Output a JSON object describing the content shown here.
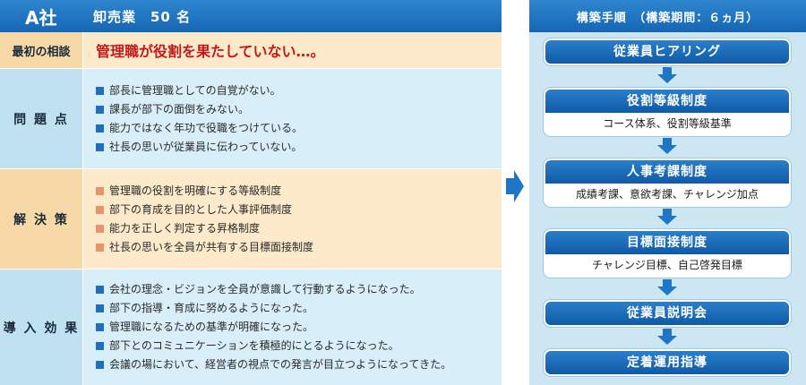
{
  "left": {
    "company": "A社",
    "company_info": "卸売業　50 名",
    "consult": {
      "label": "最初の相談",
      "text": "管理職が役割を果たしていない…。"
    },
    "problem": {
      "label": "問 題 点",
      "items": [
        "部長に管理職としての自覚がない。",
        "課長が部下の面倒をみない。",
        "能力ではなく年功で役職をつけている。",
        "社長の思いが従業員に伝わっていない。"
      ]
    },
    "solution": {
      "label": "解 決 策",
      "items": [
        "管理職の役割を明確にする等級制度",
        "部下の育成を目的とした人事評価制度",
        "能力を正しく判定する昇格制度",
        "社長の思いを全員が共有する目標面接制度"
      ]
    },
    "effect": {
      "label": "導 入 効 果",
      "items": [
        "会社の理念・ビジョンを全員が意識して行動するようになった。",
        "部下の指導・育成に努めるようになった。",
        "管理職になるための基準が明確になった。",
        "部下とのコミュニケーションを積極的にとるようになった。",
        "会議の場において、経営者の視点での発言が目立つようになってきた。"
      ]
    }
  },
  "right": {
    "header": "構築手順　（構築期間：６ヵ月）",
    "steps": [
      {
        "title": "従業員ヒアリング",
        "sub": ""
      },
      {
        "title": "役割等級制度",
        "sub": "コース体系、役割等級基準"
      },
      {
        "title": "人事考課制度",
        "sub": "成績考課、意欲考課、チャレンジ加点"
      },
      {
        "title": "目標面接制度",
        "sub": "チャレンジ目標、自己啓発目標"
      },
      {
        "title": "従業員説明会",
        "sub": ""
      },
      {
        "title": "定着運用指導",
        "sub": ""
      }
    ]
  },
  "colors": {
    "header_blue": "#1566b4",
    "accent_red": "#c21a1a",
    "bullet_blue": "#1f6fc1",
    "bullet_orange": "#e8946a",
    "band_blue": "#d8eef8",
    "band_orange": "#fdeacb"
  }
}
